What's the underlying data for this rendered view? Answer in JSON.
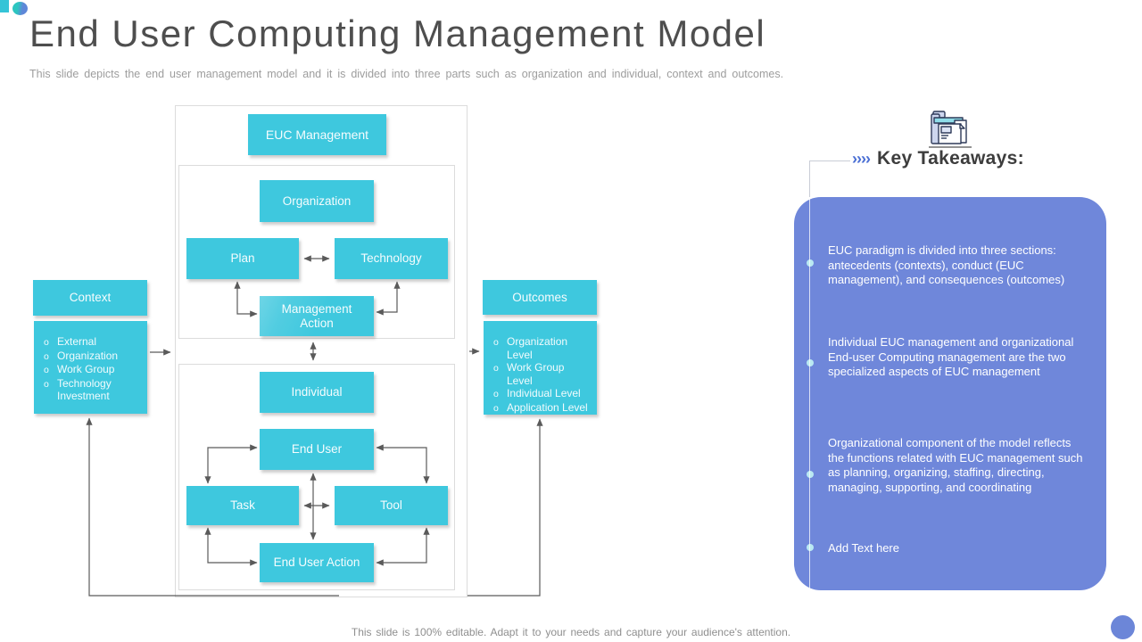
{
  "slide": {
    "title": "End User Computing Management Model",
    "subtitle": "This slide depicts the end user management model and it is divided into three parts such as organization and individual,  context and outcomes.",
    "footer": "This slide is 100% editable. Adapt it to your needs and capture your audience's attention."
  },
  "diagram": {
    "euc_management": "EUC Management",
    "organization": "Organization",
    "plan": "Plan",
    "technology": "Technology",
    "management_action": "Management Action",
    "individual": "Individual",
    "end_user": "End User",
    "task": "Task",
    "tool": "Tool",
    "end_user_action": "End User Action",
    "context": {
      "title": "Context",
      "bullet_char": "o",
      "items": [
        "External",
        "Organization",
        "Work Group",
        "Technology Investment"
      ]
    },
    "outcomes": {
      "title": "Outcomes",
      "bullet_char": "o",
      "items": [
        "Organization Level",
        "Work Group Level",
        "Individual Level",
        "Application Level"
      ]
    }
  },
  "key_takeaways": {
    "chevrons": "››››",
    "heading": "Key Takeaways:",
    "icon": "folder-documents-icon",
    "items": [
      "EUC paradigm is divided into three sections: antecedents (contexts), conduct (EUC management), and consequences (outcomes)",
      "Individual EUC management and organizational End-user Computing management are the two specialized aspects of EUC management",
      "Organizational component of the model reflects the functions related with EUC management such as planning, organizing, staffing, directing, managing, supporting, and coordinating",
      "Add Text here"
    ]
  },
  "colors": {
    "box_cyan": "#3ec8de",
    "panel_blue": "#6f87da",
    "chevron_blue": "#4a6fd4",
    "arrow_gray": "#5a5a5a",
    "title_gray": "#4e4e4e"
  }
}
